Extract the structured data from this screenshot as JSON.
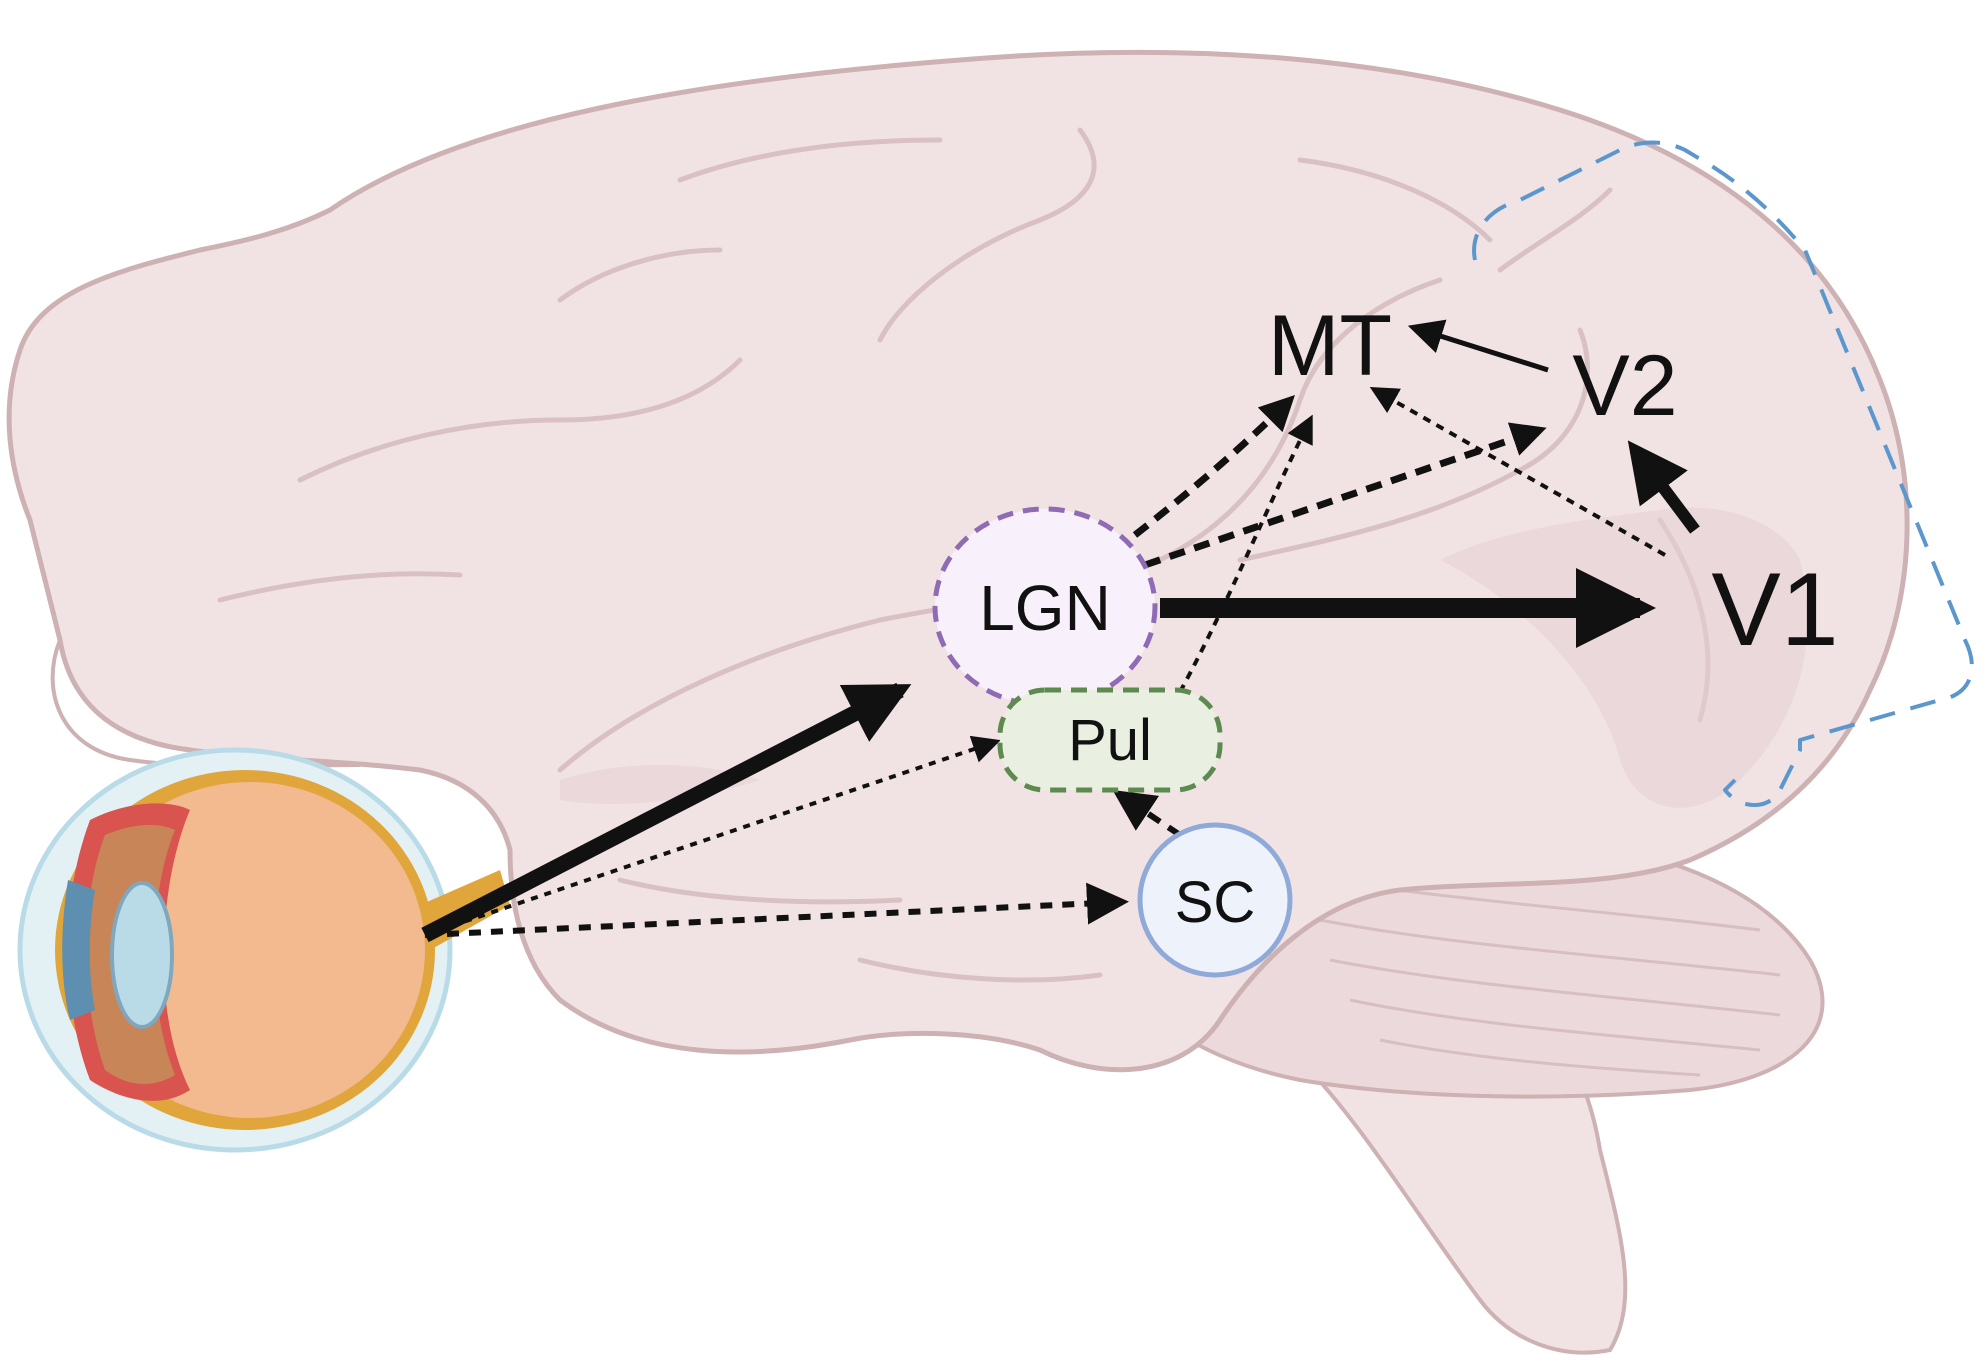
{
  "nodes": {
    "lgn": {
      "label": "LGN"
    },
    "pul": {
      "label": "Pul"
    },
    "sc": {
      "label": "SC"
    },
    "mt": {
      "label": "MT"
    },
    "v2": {
      "label": "V2"
    },
    "v1": {
      "label": "V1"
    }
  },
  "colors": {
    "brain_fill": "#f1e3e4",
    "brain_outline": "#cdb1b3",
    "brain_shade": "#e6cfd1",
    "lgn_border": "#8e6bb4",
    "pul_border": "#5d8a4e",
    "pul_fill": "#e9f0e1",
    "sc_border": "#8fa9d8",
    "sc_fill": "#eef2fb",
    "v1_region_border": "#5b97cc",
    "eye_lens": "#b9dbe8",
    "eye_body": "#f3b98f",
    "eye_rim": "#e0a63b",
    "eye_red": "#d9534f",
    "arrow": "#111111"
  },
  "connections": [
    {
      "from": "Eye",
      "to": "LGN",
      "style": "thick-solid"
    },
    {
      "from": "Eye",
      "to": "Pul",
      "style": "dotted"
    },
    {
      "from": "Eye",
      "to": "SC",
      "style": "dotted"
    },
    {
      "from": "SC",
      "to": "Pul",
      "style": "dashed"
    },
    {
      "from": "LGN",
      "to": "V1",
      "style": "thick-solid"
    },
    {
      "from": "LGN",
      "to": "MT",
      "style": "dashed"
    },
    {
      "from": "LGN",
      "to": "V2",
      "style": "dashed"
    },
    {
      "from": "Pul",
      "to": "MT",
      "style": "dotted"
    },
    {
      "from": "V1",
      "to": "V2",
      "style": "solid"
    },
    {
      "from": "V1",
      "to": "MT",
      "style": "dotted"
    },
    {
      "from": "V2",
      "to": "MT",
      "style": "solid"
    }
  ]
}
